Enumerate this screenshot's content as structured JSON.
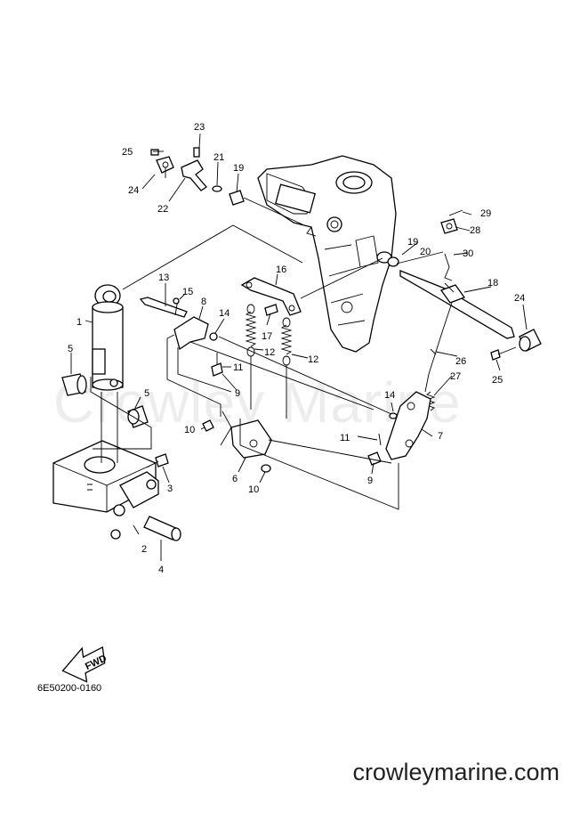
{
  "watermark_text": "Crowley Marine",
  "diagram_code": "6E50200-0160",
  "fwd_label": "FWD",
  "site_url": "crowleymarine.com",
  "callouts": {
    "c1": "1",
    "c2": "2",
    "c3": "3",
    "c4": "4",
    "c5a": "5",
    "c5b": "5",
    "c6": "6",
    "c7": "7",
    "c8": "8",
    "c9a": "9",
    "c9b": "9",
    "c10a": "10",
    "c10b": "10",
    "c11a": "11",
    "c11b": "11",
    "c12a": "12",
    "c12b": "12",
    "c13": "13",
    "c14a": "14",
    "c14b": "14",
    "c15": "15",
    "c16": "16",
    "c17": "17",
    "c18": "18",
    "c19a": "19",
    "c19b": "19",
    "c20": "20",
    "c21": "21",
    "c22": "22",
    "c23": "23",
    "c24a": "24",
    "c24b": "24",
    "c25a": "25",
    "c25b": "25",
    "c26": "26",
    "c27": "27",
    "c28": "28",
    "c29": "29",
    "c30": "30"
  }
}
